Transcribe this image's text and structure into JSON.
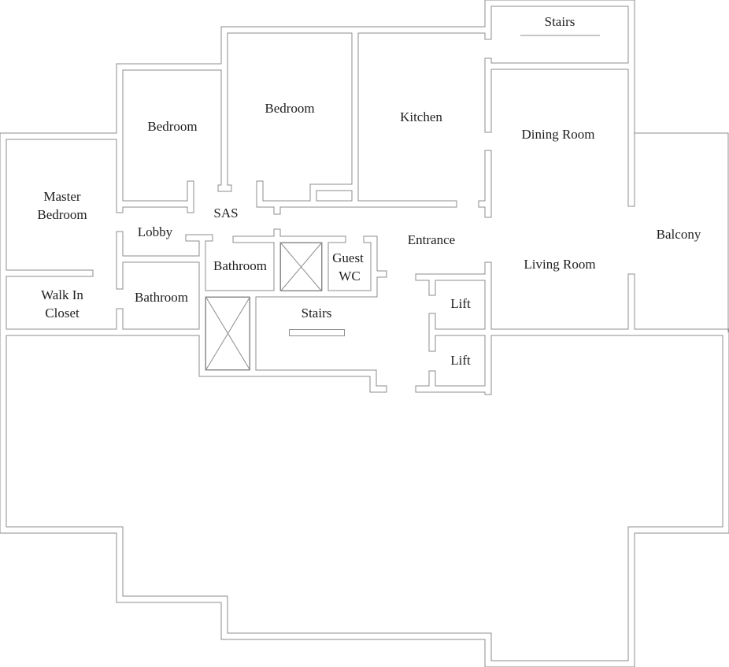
{
  "plan": {
    "rooms": {
      "stairs_top": "Stairs",
      "bedroom_1": "Bedroom",
      "bedroom_2": "Bedroom",
      "kitchen": "Kitchen",
      "dining_room": "Dining Room",
      "master_bedroom_line1": "Master",
      "master_bedroom_line2": "Bedroom",
      "sas": "SAS",
      "lobby": "Lobby",
      "entrance": "Entrance",
      "balcony": "Balcony",
      "bathroom_center": "Bathroom",
      "guest_wc_line1": "Guest",
      "guest_wc_line2": "WC",
      "living_room": "Living Room",
      "walk_in_closet_line1": "Walk In",
      "walk_in_closet_line2": "Closet",
      "bathroom_left": "Bathroom",
      "stairs_center": "Stairs",
      "lift_1": "Lift",
      "lift_2": "Lift"
    }
  }
}
